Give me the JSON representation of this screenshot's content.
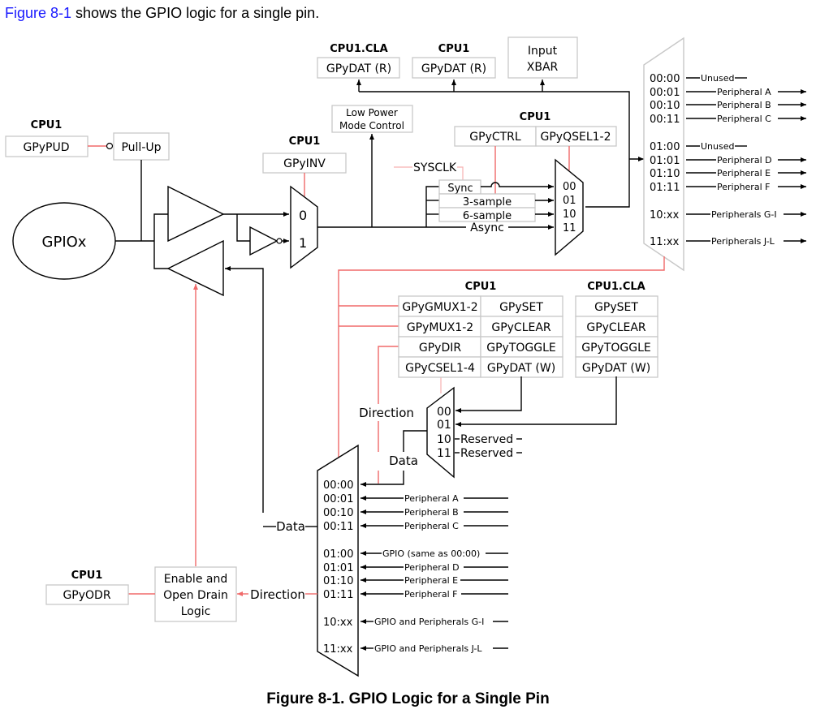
{
  "intro": {
    "link_text": "Figure 8-1",
    "rest_text": " shows the GPIO logic for a single pin."
  },
  "caption": "Figure 8-1. GPIO Logic for a Single Pin",
  "colors": {
    "control_line": "#f06a6a",
    "data_line": "#000000",
    "register_border": "#c8c8c8",
    "link": "#1a1aff"
  },
  "top_registers": [
    {
      "owner": "CPU1.CLA",
      "name": "GPyDAT (R)"
    },
    {
      "owner": "CPU1",
      "name": "GPyDAT (R)"
    },
    {
      "owner": "",
      "name_line1": "Input",
      "name_line2": "XBAR"
    }
  ],
  "low_power": {
    "line1": "Low Power",
    "line2": "Mode Control"
  },
  "pud": {
    "owner": "CPU1",
    "name": "GPyPUD",
    "pullup": "Pull-Up"
  },
  "inv": {
    "owner": "CPU1",
    "name": "GPyINV",
    "in0": "0",
    "in1": "1"
  },
  "pin": {
    "name": "GPIOx"
  },
  "qual": {
    "owner": "CPU1",
    "regs": [
      "GPyCTRL",
      "GPyQSEL1-2"
    ],
    "sysclk": "SYSCLK",
    "sync": "Sync",
    "s3": "3-sample",
    "s6": "6-sample",
    "async": "Async",
    "inputs": [
      "00",
      "01",
      "10",
      "11"
    ]
  },
  "input_mux": {
    "rows": [
      {
        "sel": "00:00",
        "label": "Unused",
        "arrow": false
      },
      {
        "sel": "00:01",
        "label": "Peripheral A",
        "arrow": true
      },
      {
        "sel": "00:10",
        "label": "Peripheral B",
        "arrow": true
      },
      {
        "sel": "00:11",
        "label": "Peripheral C",
        "arrow": true
      },
      {
        "sel": "01:00",
        "label": "Unused",
        "arrow": false
      },
      {
        "sel": "01:01",
        "label": "Peripheral D",
        "arrow": true
      },
      {
        "sel": "01:10",
        "label": "Peripheral E",
        "arrow": true
      },
      {
        "sel": "01:11",
        "label": "Peripheral F",
        "arrow": true
      },
      {
        "sel": "10:xx",
        "label": "Peripherals G-I",
        "arrow": true
      },
      {
        "sel": "11:xx",
        "label": "Peripherals J-L",
        "arrow": true
      }
    ]
  },
  "cpu1_regs": {
    "owner": "CPU1",
    "col1": [
      "GPyGMUX1-2",
      "GPyMUX1-2",
      "GPyDIR",
      "GPyCSEL1-4"
    ],
    "col2": [
      "GPySET",
      "GPyCLEAR",
      "GPyTOGGLE",
      "GPyDAT (W)"
    ]
  },
  "cla_regs": {
    "owner": "CPU1.CLA",
    "col": [
      "GPySET",
      "GPyCLEAR",
      "GPyTOGGLE",
      "GPyDAT (W)"
    ]
  },
  "csel_mux": {
    "inputs": [
      "00",
      "01",
      "10",
      "11"
    ],
    "reserved": "Reserved",
    "direction": "Direction",
    "data": "Data"
  },
  "output_mux": {
    "data_label": "Data",
    "direction_label": "Direction",
    "rows": [
      {
        "sel": "00:00",
        "label": ""
      },
      {
        "sel": "00:01",
        "label": "Peripheral A"
      },
      {
        "sel": "00:10",
        "label": "Peripheral B"
      },
      {
        "sel": "00:11",
        "label": "Peripheral C"
      },
      {
        "sel": "01:00",
        "label": "GPIO (same as 00:00)"
      },
      {
        "sel": "01:01",
        "label": "Peripheral D"
      },
      {
        "sel": "01:10",
        "label": "Peripheral E"
      },
      {
        "sel": "01:11",
        "label": "Peripheral F"
      },
      {
        "sel": "10:xx",
        "label": "GPIO and Peripherals G-I"
      },
      {
        "sel": "11:xx",
        "label": "GPIO and Peripherals J-L"
      }
    ]
  },
  "odr": {
    "owner": "CPU1",
    "name": "GPyODR"
  },
  "open_drain": {
    "line1": "Enable and",
    "line2": "Open Drain",
    "line3": "Logic"
  }
}
